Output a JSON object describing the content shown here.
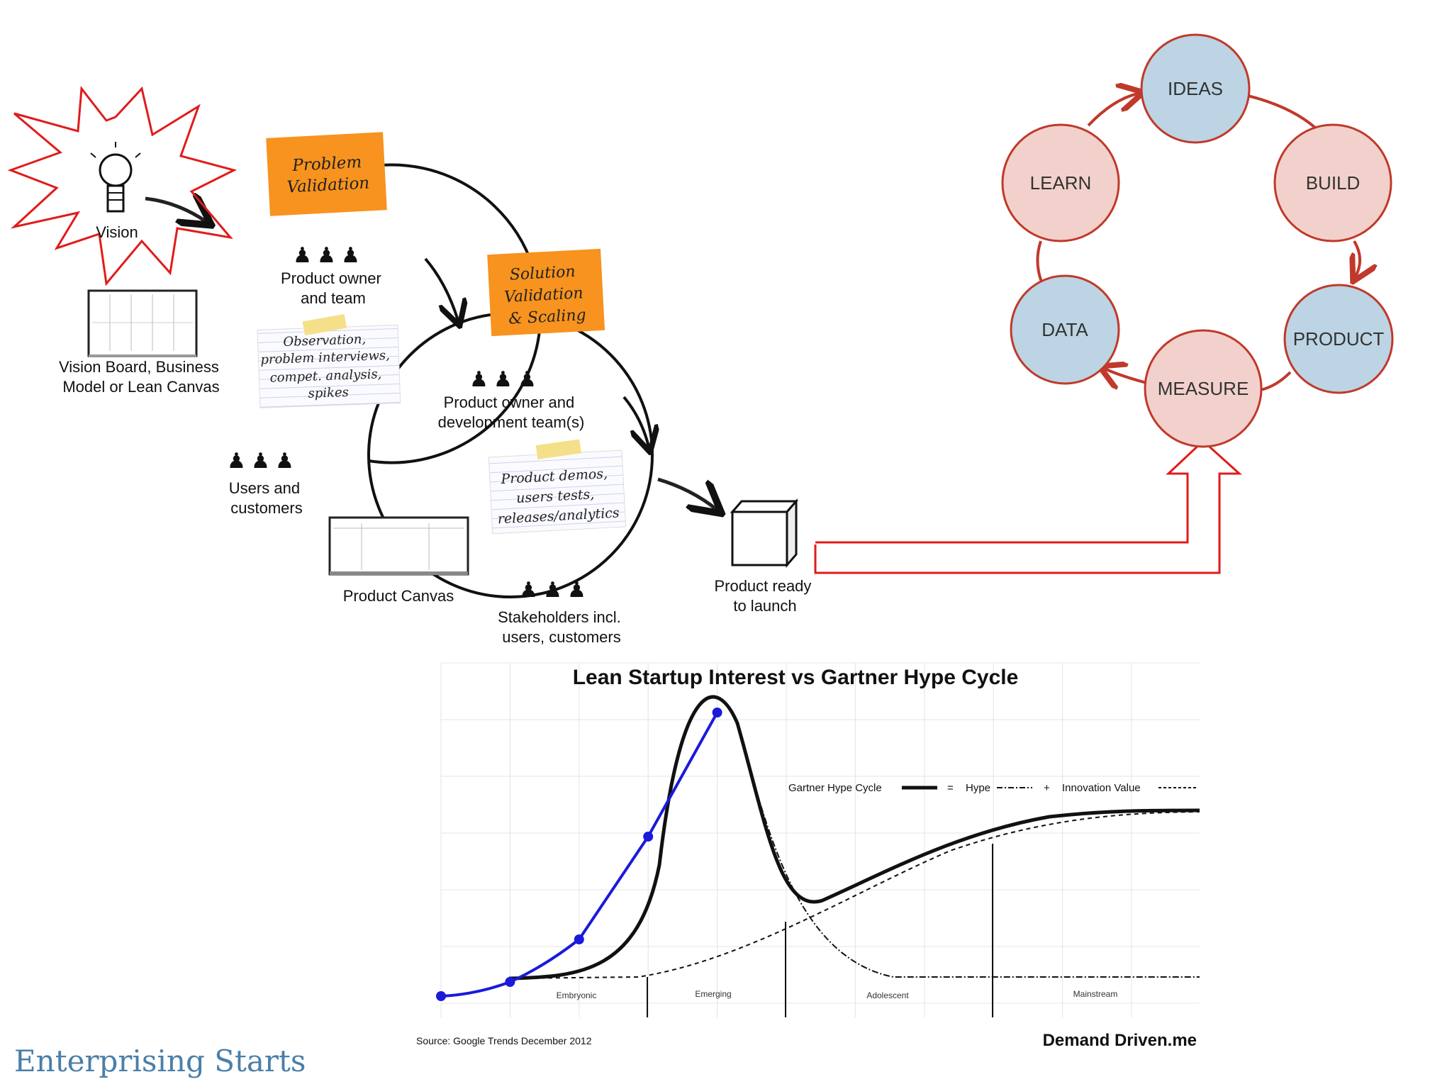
{
  "left_diagram": {
    "vision_label": "Vision",
    "problem_note": [
      "Problem",
      "Validation"
    ],
    "solution_note": [
      "Solution",
      "Validation",
      "& Scaling"
    ],
    "product_owner_team": [
      "Product owner",
      "and team"
    ],
    "vision_board": [
      "Vision Board, Business",
      "Model or Lean Canvas"
    ],
    "observation_note": [
      "Observation,",
      "problem interviews,",
      "compet. analysis,",
      "spikes"
    ],
    "users_customers": [
      "Users and",
      "customers"
    ],
    "product_owner_dev": [
      "Product owner and",
      "development team(s)"
    ],
    "demos_note": [
      "Product demos,",
      "users tests,",
      "releases/analytics"
    ],
    "product_canvas": "Product Canvas",
    "stakeholders": [
      "Stakeholders incl.",
      "users, customers"
    ],
    "product_ready": [
      "Product ready",
      "to launch"
    ]
  },
  "cycle": {
    "nodes": [
      {
        "id": "ideas",
        "label": "IDEAS",
        "kind": "blue"
      },
      {
        "id": "build",
        "label": "BUILD",
        "kind": "red"
      },
      {
        "id": "product",
        "label": "PRODUCT",
        "kind": "blue"
      },
      {
        "id": "measure",
        "label": "MEASURE",
        "kind": "red"
      },
      {
        "id": "data",
        "label": "DATA",
        "kind": "blue"
      },
      {
        "id": "learn",
        "label": "LEARN",
        "kind": "red"
      }
    ],
    "colors": {
      "red_fill": "#f2d1cc",
      "red_stroke": "#c0392b",
      "blue_fill": "#bcd4e3",
      "blue_stroke": "#c0392b",
      "arrow": "#c0392b"
    }
  },
  "chart_data": {
    "type": "line",
    "title": "Lean Startup Interest vs Gartner Hype Cycle",
    "legend": {
      "gartner": "Gartner Hype Cycle",
      "eq": "=",
      "hype": "Hype",
      "plus": "+",
      "innovation": "Innovation Value"
    },
    "phases": [
      "Embryonic",
      "Emerging",
      "Adolescent",
      "Mainstream"
    ],
    "series": [
      {
        "name": "Gartner Hype Cycle",
        "style": "solid-thick",
        "color": "#111111"
      },
      {
        "name": "Hype",
        "style": "dash-dot",
        "color": "#111111"
      },
      {
        "name": "Innovation Value",
        "style": "dashed",
        "color": "#111111"
      }
    ],
    "lean_startup_points": [
      {
        "x": 0,
        "y": 0.06
      },
      {
        "x": 1,
        "y": 0.1
      },
      {
        "x": 2,
        "y": 0.22
      },
      {
        "x": 3,
        "y": 0.51
      },
      {
        "x": 4,
        "y": 0.86
      }
    ],
    "lean_color": "#1a1adb",
    "source": "Source: Google Trends December 2012",
    "credit": "Demand Driven.me"
  },
  "footer": {
    "brand": "Enterprising Starts"
  },
  "colors": {
    "note_orange": "#f7931e",
    "tape": "#f5e08a",
    "highlight_red": "#e01b1b"
  }
}
